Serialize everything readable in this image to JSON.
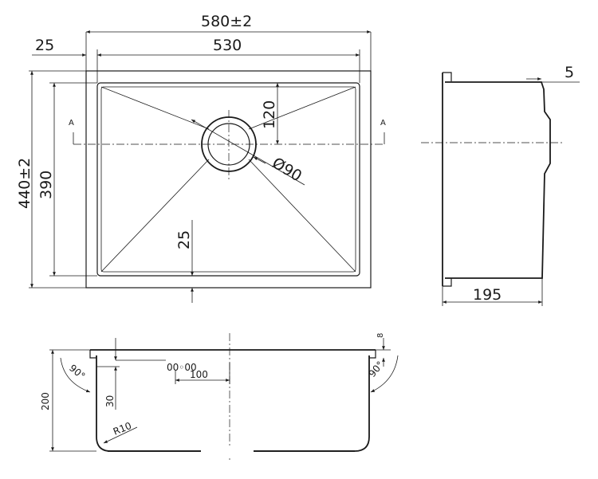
{
  "top_view": {
    "dim_overall_width": "580±2",
    "dim_flange": "25",
    "dim_inner_width": "530",
    "dim_overall_depth": "440±2",
    "dim_inner_depth": "390",
    "dim_drain_offset": "120",
    "dim_drain_dia": "Ø90",
    "dim_bottom_flange": "25",
    "section_mark_left": "A",
    "section_mark_right": "A"
  },
  "side_view": {
    "dim_flange_thk": "5",
    "dim_depth": "195"
  },
  "section_view": {
    "dim_height": "200",
    "dim_angle_left": "90°",
    "dim_angle_right": "90°",
    "dim_lip": "8",
    "dim_overflow_depth": "30",
    "dim_overflow_width": "100",
    "dim_radius": "R10",
    "overflow_symbol": "00◦00"
  }
}
